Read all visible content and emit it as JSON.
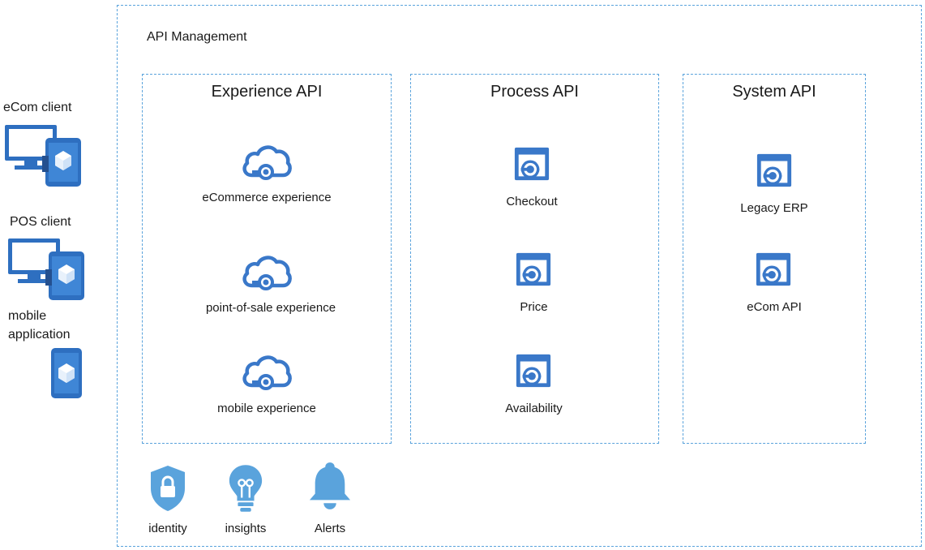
{
  "clients": [
    {
      "label": "eCom client",
      "icon": "desktop-and-phone-icon"
    },
    {
      "label": "POS client",
      "icon": "desktop-and-phone-icon"
    },
    {
      "label_lines": [
        "mobile",
        "application"
      ],
      "icon": "phone-icon"
    }
  ],
  "api_management": {
    "title": "API Management",
    "layers": [
      {
        "title": "Experience API",
        "items": [
          {
            "label": "eCommerce experience",
            "icon": "cloud-api-icon"
          },
          {
            "label": "point-of-sale experience",
            "icon": "cloud-api-icon"
          },
          {
            "label": "mobile experience",
            "icon": "cloud-api-icon"
          }
        ]
      },
      {
        "title": "Process API",
        "items": [
          {
            "label": "Checkout",
            "icon": "api-window-icon"
          },
          {
            "label": "Price",
            "icon": "api-window-icon"
          },
          {
            "label": "Availability",
            "icon": "api-window-icon"
          }
        ]
      },
      {
        "title": "System API",
        "items": [
          {
            "label": "Legacy ERP",
            "icon": "api-window-icon"
          },
          {
            "label": "eCom API",
            "icon": "api-window-icon"
          }
        ]
      }
    ],
    "tools": [
      {
        "label": "identity",
        "icon": "shield-lock-icon"
      },
      {
        "label": "insights",
        "icon": "lightbulb-icon"
      },
      {
        "label": "Alerts",
        "icon": "bell-icon"
      }
    ]
  },
  "colors": {
    "icon_dark": "#3a78c9",
    "icon_light": "#5aa3dc",
    "border": "#5aa3dc"
  }
}
